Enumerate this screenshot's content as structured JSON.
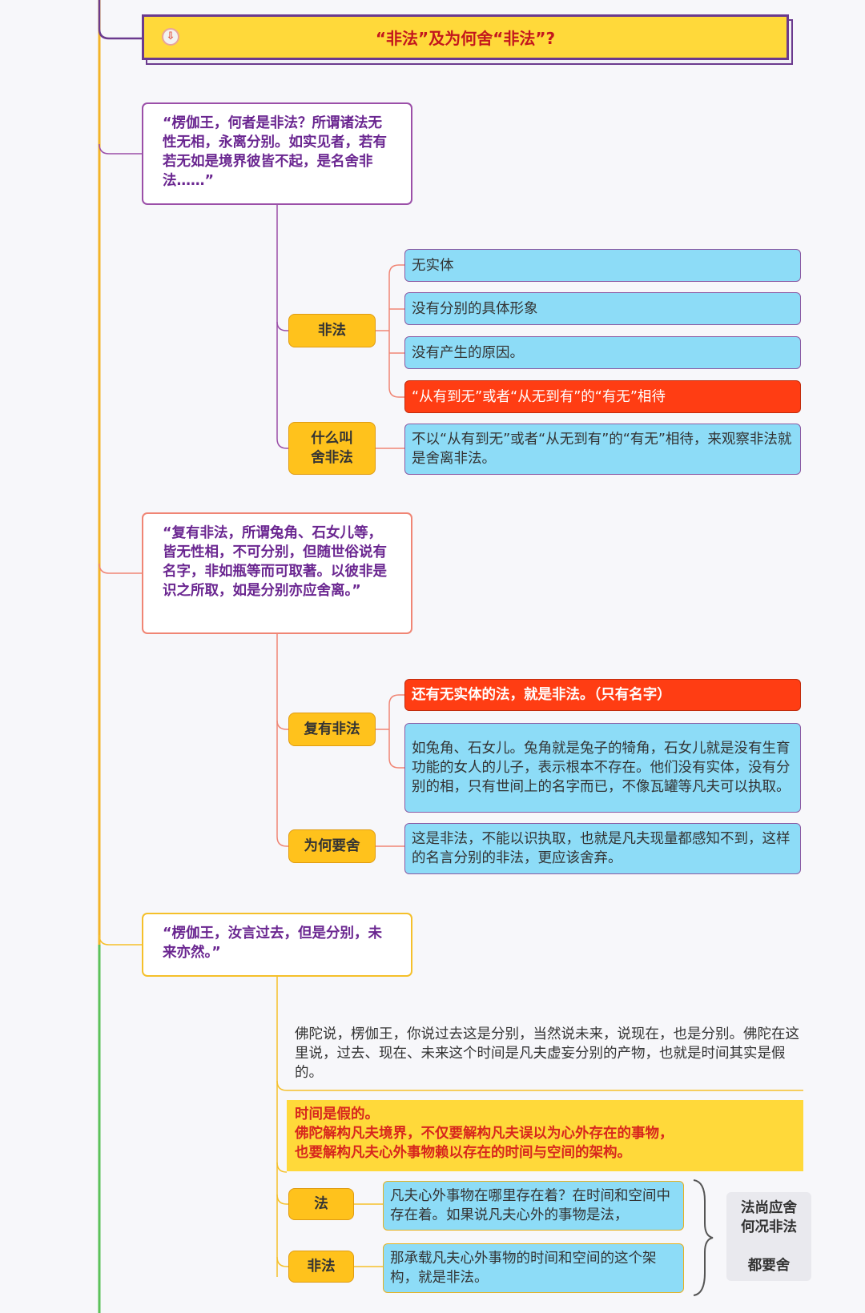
{
  "header": {
    "title": "“非法”及为何舍“非法”?",
    "icon": "download-circle-icon"
  },
  "quotes": [
    {
      "text": "“楞伽王，何者是非法？所谓诸法无性无相，永离分别。如实见者，若有若无如是境界彼皆不起，是名舍非法……”"
    },
    {
      "text": "“复有非法，所谓兔角、石女儿等，皆无性相，不可分别，但随世俗说有名字，非如瓶等而可取著。以彼非是识之所取，如是分别亦应舍离。”"
    },
    {
      "text": "“楞伽王，汝言过去，但是分别，未来亦然。”"
    }
  ],
  "branch1": {
    "feifa_label": "非法",
    "feifa_items": [
      "无实体",
      "没有分别的具体形象",
      "没有产生的原因。",
      "“从有到无”或者“从无到有”的“有无”相待"
    ],
    "shefeifa_label_line1": "什么叫",
    "shefeifa_label_line2": "舍非法",
    "shefeifa_text": "不以“从有到无”或者“从无到有”的“有无”相待，来观察非法就是舍离非法。"
  },
  "branch2": {
    "fuyou_label": "复有非法",
    "fuyou_highlight": "还有无实体的法，就是非法。（只有名字）",
    "fuyou_text": "如兔角、石女儿。兔角就是兔子的犄角，石女儿就是没有生育功能的女人的儿子，表示根本不存在。他们没有实体，没有分别的相，只有世间上的名字而已，不像瓦罐等凡夫可以执取。",
    "weihe_label": "为何要舍",
    "weihe_text": "这是非法，不能以识执取，也就是凡夫现量都感知不到，这样的名言分别的非法，更应该舍弃。"
  },
  "branch3": {
    "note_plain": "佛陀说，楞伽王，你说过去这是分别，当然说未来，说现在，也是分别。佛陀在这里说，过去、现在、未来这个时间是凡夫虚妄分别的产物，也就是时间其实是假的。",
    "note_yellow_line1": "时间是假的。",
    "note_yellow_line2": "佛陀解构凡夫境界，不仅要解构凡夫误以为心外存在的事物，",
    "note_yellow_line3": "也要解构凡夫心外事物赖以存在的时间与空间的架构。",
    "fa_label": "法",
    "fa_text": "凡夫心外事物在哪里存在着？在时间和空间中存在着。如果说凡夫心外的事物是法，",
    "feifa_label": "非法",
    "feifa_text": "那承载凡夫心外事物的时间和空间的这个架构，就是非法。",
    "summary_line1": "法尚应舍",
    "summary_line2": "何况非法",
    "summary_line3": "都要舍"
  }
}
